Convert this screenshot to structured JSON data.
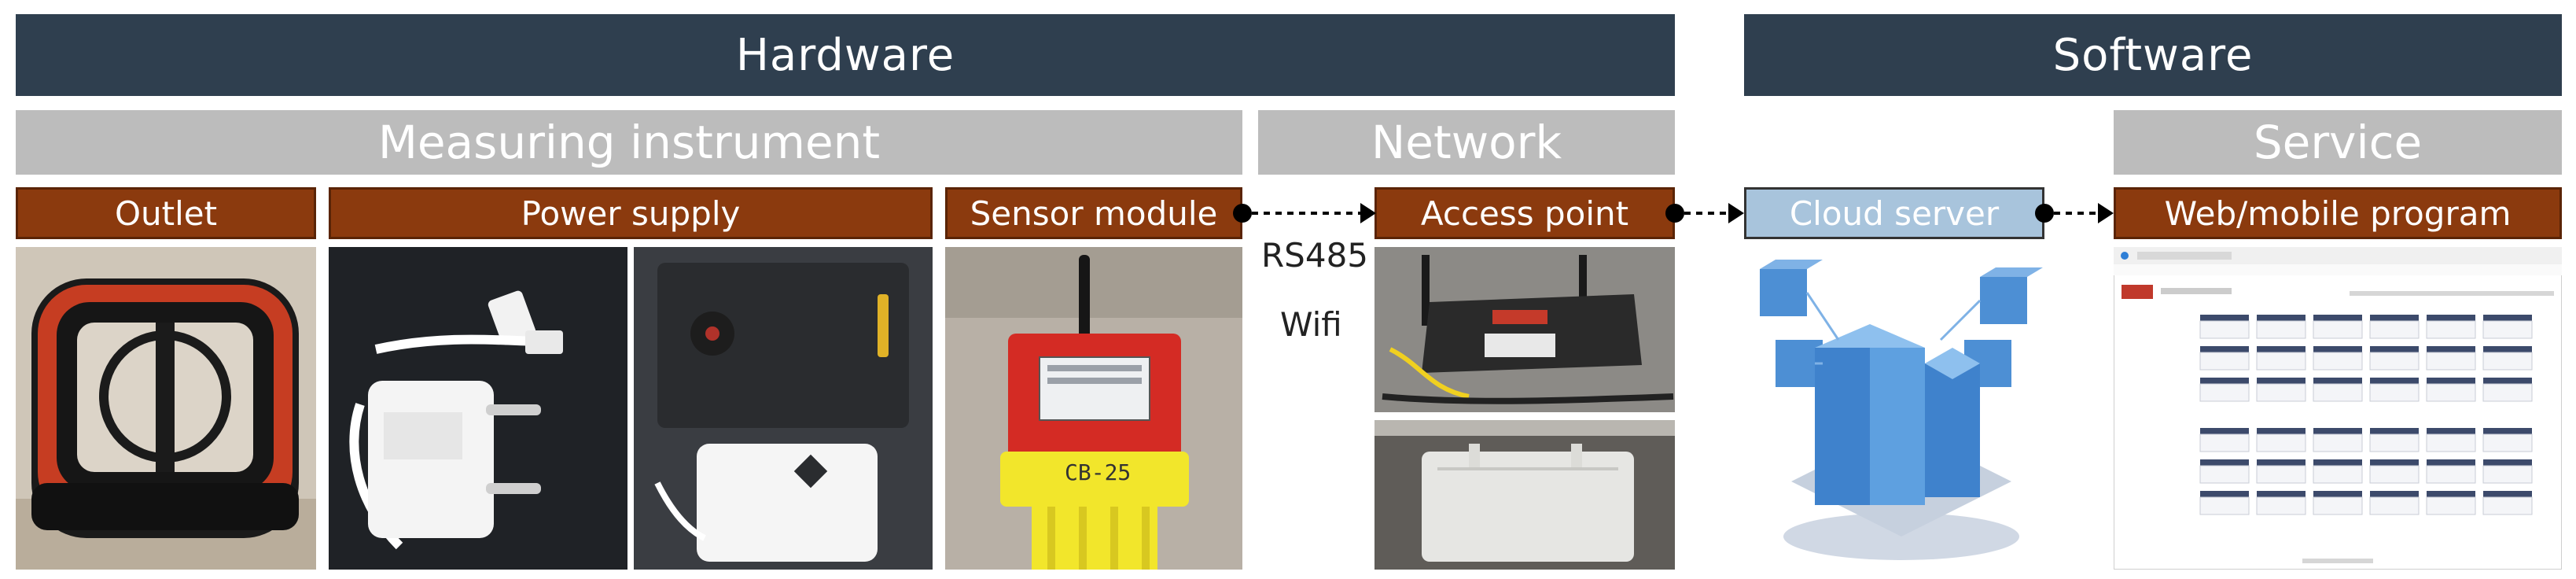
{
  "headers": {
    "hardware": "Hardware",
    "software": "Software"
  },
  "sections": {
    "measuring_instrument": "Measuring instrument",
    "network": "Network",
    "service": "Service"
  },
  "components": {
    "outlet": "Outlet",
    "power_supply": "Power supply",
    "sensor_module": "Sensor module",
    "access_point": "Access point",
    "cloud_server": "Cloud server",
    "web_mobile_program": "Web/mobile program"
  },
  "connections": {
    "protocol_1": "RS485",
    "protocol_2": "Wifi"
  },
  "sensor_label": "CB-25",
  "colors": {
    "header_dark": "#2f3f4f",
    "section_grey": "#bcbcbc",
    "component_brown": "#8b3a0e",
    "cloud_blue": "#a8c4dc"
  }
}
